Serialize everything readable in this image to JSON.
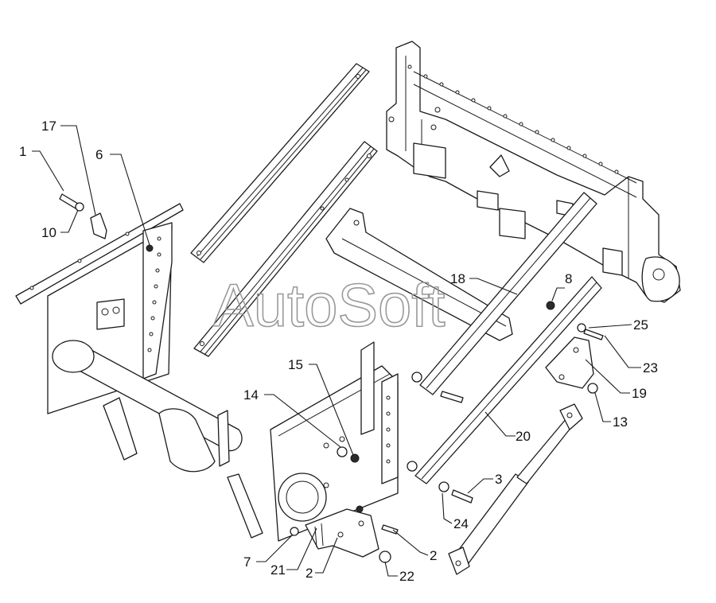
{
  "watermark": "AutoSoft",
  "callouts": [
    {
      "id": "c1",
      "text": "1"
    },
    {
      "id": "c17",
      "text": "17"
    },
    {
      "id": "c6",
      "text": "6"
    },
    {
      "id": "c10",
      "text": "10"
    },
    {
      "id": "c18",
      "text": "18"
    },
    {
      "id": "c8",
      "text": "8"
    },
    {
      "id": "c25",
      "text": "25"
    },
    {
      "id": "c23",
      "text": "23"
    },
    {
      "id": "c19",
      "text": "19"
    },
    {
      "id": "c13",
      "text": "13"
    },
    {
      "id": "c20",
      "text": "20"
    },
    {
      "id": "c15",
      "text": "15"
    },
    {
      "id": "c14",
      "text": "14"
    },
    {
      "id": "c3",
      "text": "3"
    },
    {
      "id": "c24",
      "text": "24"
    },
    {
      "id": "c2a",
      "text": "2"
    },
    {
      "id": "c2b",
      "text": "2"
    },
    {
      "id": "c7",
      "text": "7"
    },
    {
      "id": "c21",
      "text": "21"
    },
    {
      "id": "c22",
      "text": "22"
    }
  ]
}
